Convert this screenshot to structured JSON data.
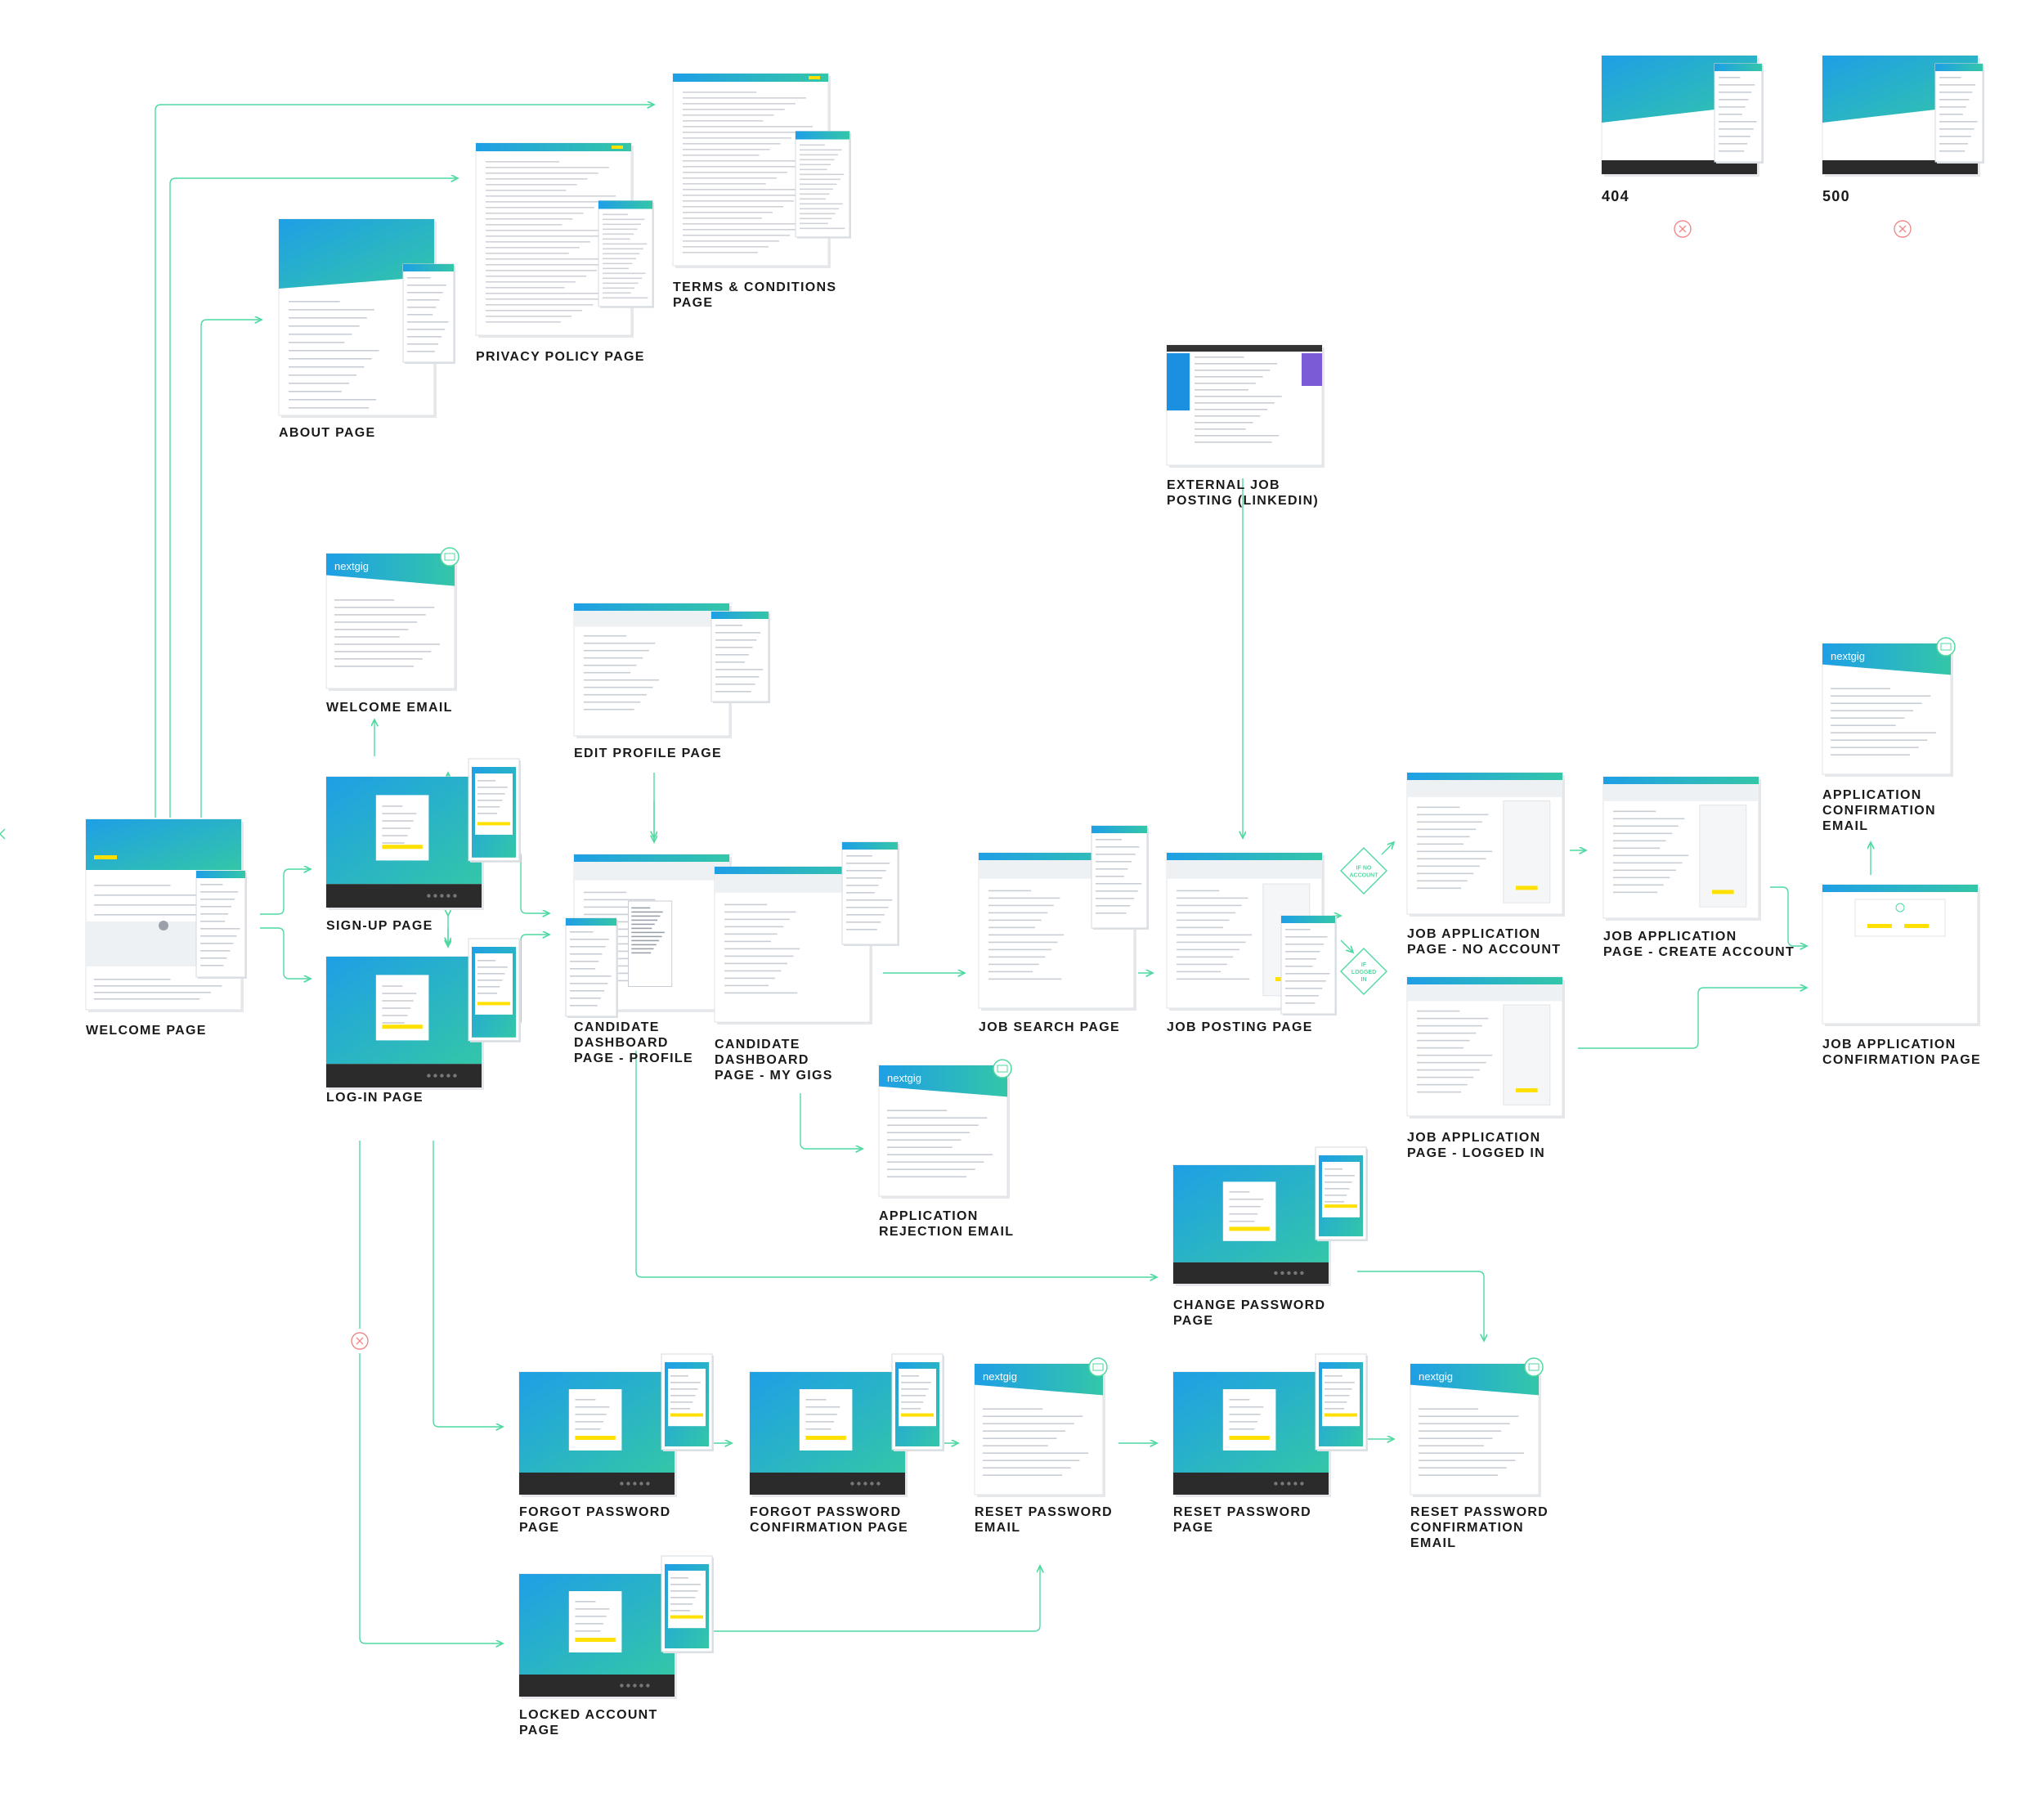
{
  "diagram": {
    "screens": [
      {
        "id": "welcome",
        "label": "WELCOME PAGE",
        "kind": "welcome"
      },
      {
        "id": "about",
        "label": "ABOUT PAGE",
        "kind": "about"
      },
      {
        "id": "privacy",
        "label": "PRIVACY POLICY PAGE",
        "kind": "text"
      },
      {
        "id": "terms",
        "label": "TERMS & CONDITIONS\nPAGE",
        "kind": "text"
      },
      {
        "id": "e404",
        "label": "404",
        "kind": "error"
      },
      {
        "id": "e500",
        "label": "500",
        "kind": "error"
      },
      {
        "id": "external",
        "label": "EXTERNAL JOB\nPOSTING (LINKEDIN)",
        "kind": "linkedin"
      },
      {
        "id": "welcome_email",
        "label": "WELCOME EMAIL",
        "kind": "email"
      },
      {
        "id": "edit_profile",
        "label": "EDIT PROFILE PAGE",
        "kind": "form"
      },
      {
        "id": "signup",
        "label": "SIGN-UP PAGE",
        "kind": "auth"
      },
      {
        "id": "login",
        "label": "LOG-IN PAGE",
        "kind": "auth"
      },
      {
        "id": "dash_profile",
        "label": "CANDIDATE\nDASHBOARD\nPAGE - PROFILE",
        "kind": "dash"
      },
      {
        "id": "dash_gigs",
        "label": "CANDIDATE\nDASHBOARD\nPAGE - MY GIGS",
        "kind": "dash"
      },
      {
        "id": "job_search",
        "label": "JOB SEARCH PAGE",
        "kind": "search"
      },
      {
        "id": "job_posting",
        "label": "JOB POSTING PAGE",
        "kind": "posting"
      },
      {
        "id": "app_no_account",
        "label": "JOB APPLICATION\nPAGE - NO ACCOUNT",
        "kind": "app"
      },
      {
        "id": "app_create",
        "label": "JOB APPLICATION\nPAGE - CREATE ACCOUNT",
        "kind": "app"
      },
      {
        "id": "app_logged",
        "label": "JOB APPLICATION\nPAGE - LOGGED IN",
        "kind": "app"
      },
      {
        "id": "app_confirm_email",
        "label": "APPLICATION\nCONFIRMATION\nEMAIL",
        "kind": "email"
      },
      {
        "id": "app_confirm_page",
        "label": "JOB APPLICATION\nCONFIRMATION PAGE",
        "kind": "confirm"
      },
      {
        "id": "rejection_email",
        "label": "APPLICATION\nREJECTION EMAIL",
        "kind": "email"
      },
      {
        "id": "change_pw",
        "label": "CHANGE PASSWORD\nPAGE",
        "kind": "auth"
      },
      {
        "id": "forgot_pw",
        "label": "FORGOT PASSWORD\nPAGE",
        "kind": "auth"
      },
      {
        "id": "forgot_confirm",
        "label": "FORGOT PASSWORD\nCONFIRMATION PAGE",
        "kind": "auth"
      },
      {
        "id": "reset_email",
        "label": "RESET PASSWORD\nEMAIL",
        "kind": "email"
      },
      {
        "id": "reset_pw",
        "label": "RESET PASSWORD\nPAGE",
        "kind": "auth"
      },
      {
        "id": "reset_confirm_email",
        "label": "RESET PASSWORD\nCONFIRMATION\nEMAIL",
        "kind": "email"
      },
      {
        "id": "locked",
        "label": "LOCKED ACCOUNT\nPAGE",
        "kind": "auth"
      }
    ],
    "decisions": [
      {
        "id": "no_account",
        "label": "IF NO\nACCOUNT"
      },
      {
        "id": "logged_in",
        "label": "IF\nLOGGED\nIN"
      }
    ],
    "email_brand": "nextgig",
    "colors": {
      "connector": "#4fd9a0",
      "gradient_start": "#1e9fe6",
      "gradient_end": "#34c6a8",
      "accent_yellow": "#ffe000",
      "dead_end": "#f08a8a",
      "label": "#1a1a1a",
      "footer": "#2b2b2b"
    }
  }
}
